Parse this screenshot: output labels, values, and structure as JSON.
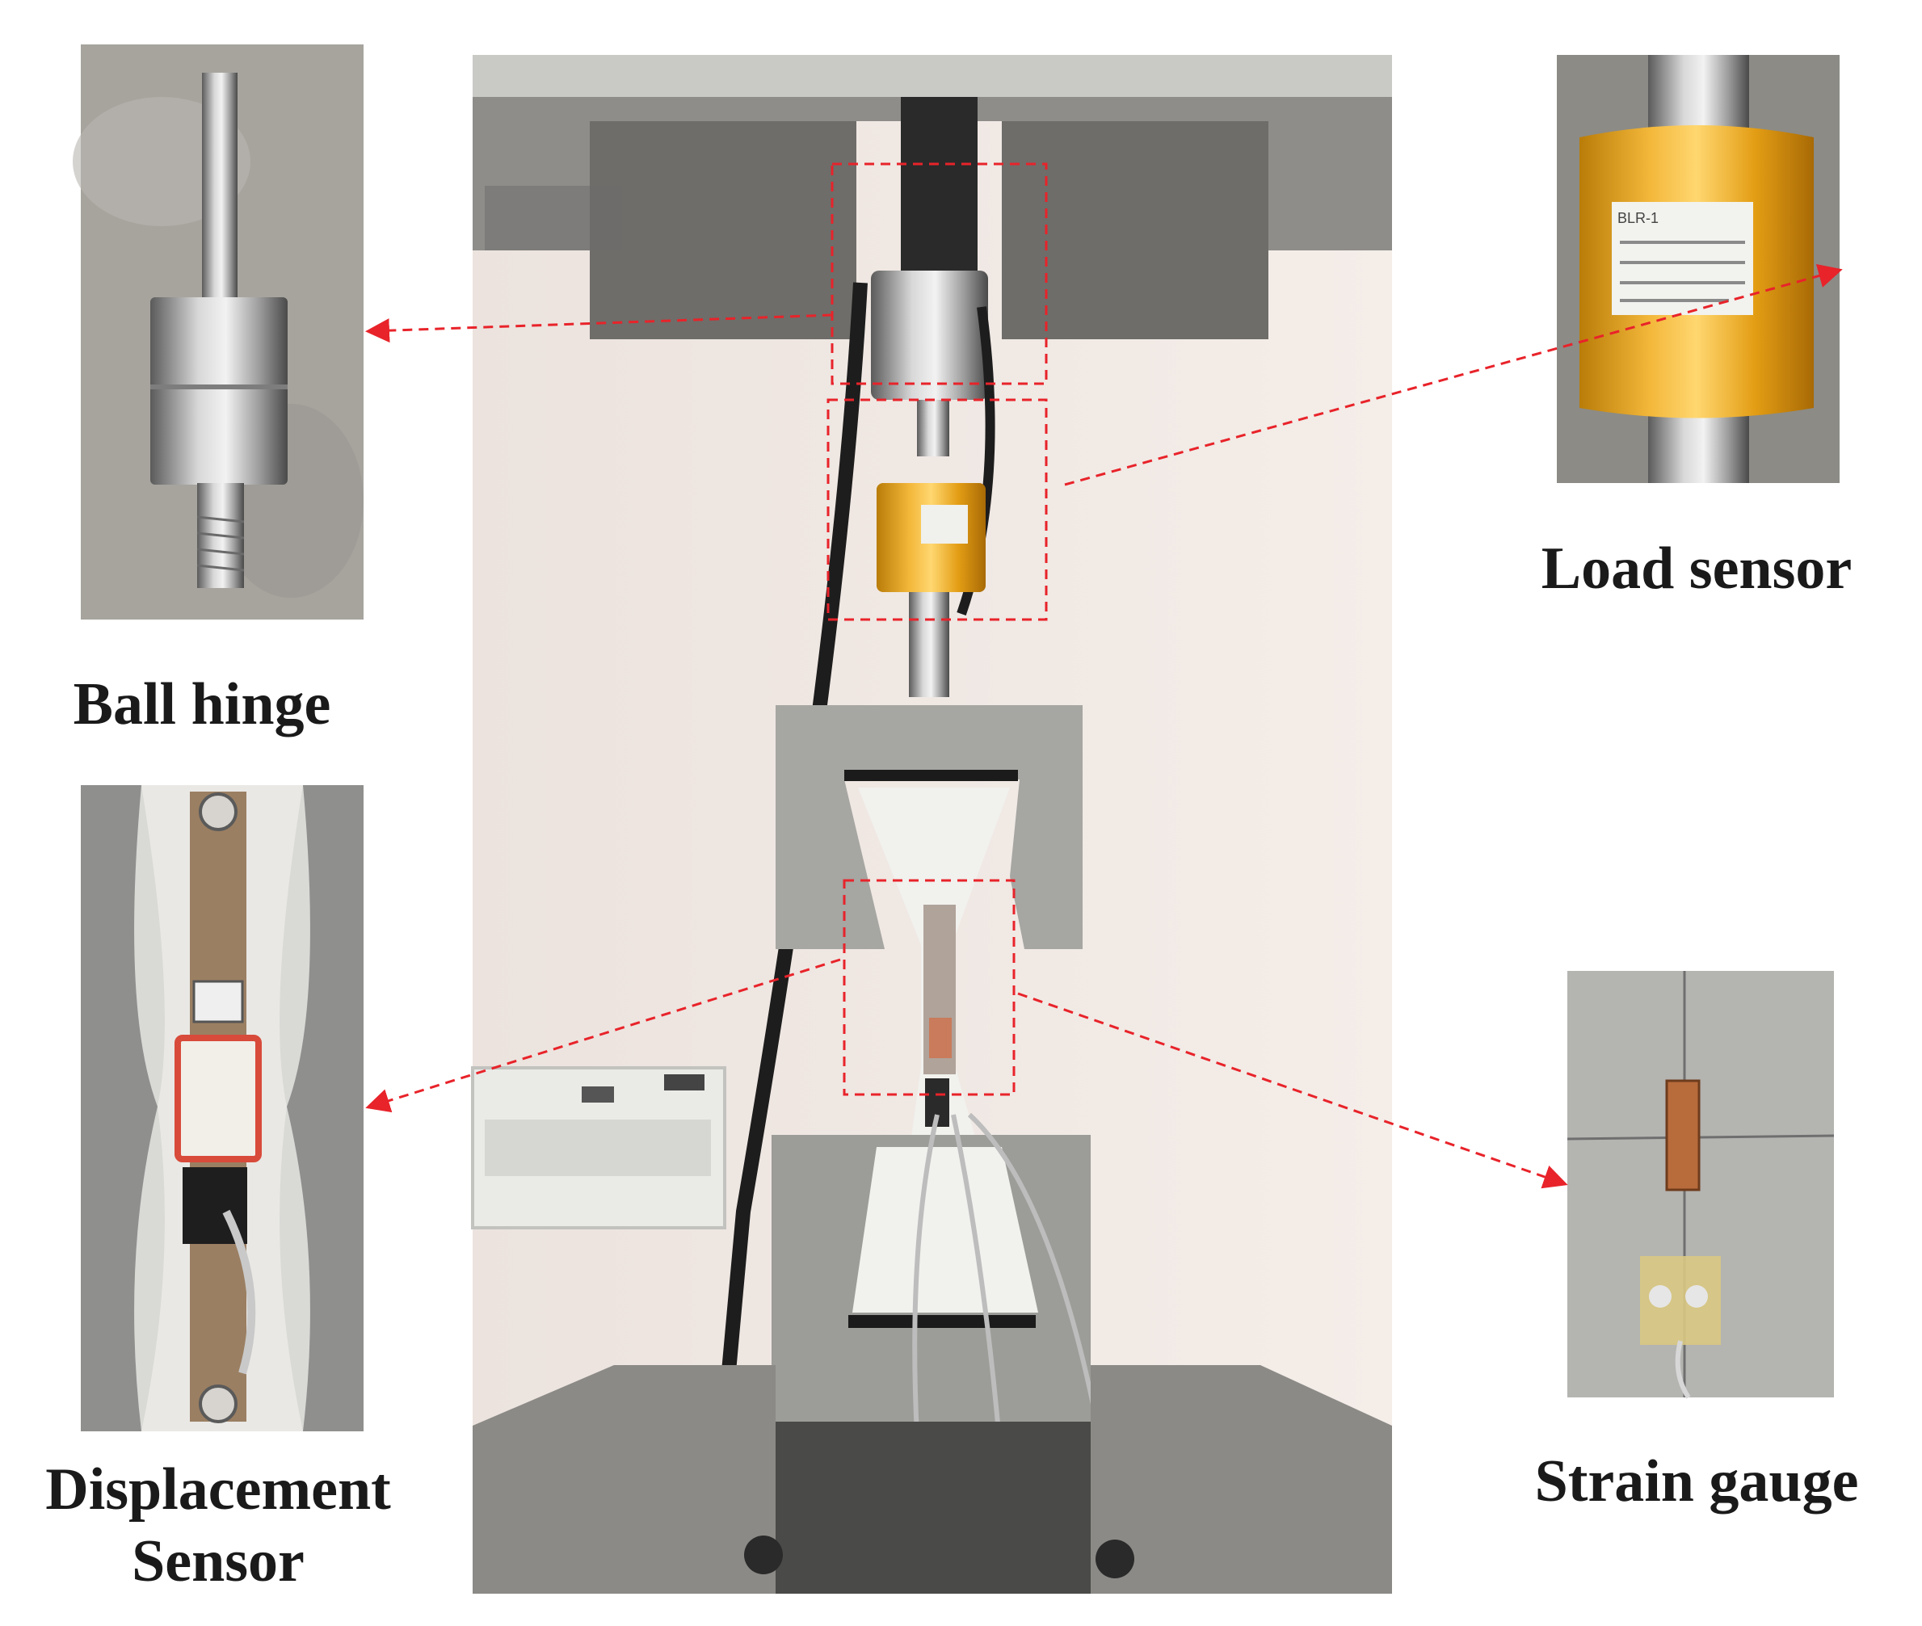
{
  "labels": {
    "ball_hinge": "Ball hinge",
    "load_sensor": "Load sensor",
    "displacement_sensor_line1": "Displacement",
    "displacement_sensor_line2": "Sensor",
    "strain_gauge": "Strain gauge"
  },
  "load_sensor_tag": {
    "model": "BLR-1"
  },
  "colors": {
    "annotation": "#e8232a",
    "load_cell": "#e0a21c",
    "concrete": "#a9a9a5",
    "specimen": "#f1f1ee",
    "wall": "#efe7e2"
  },
  "icons": {
    "arrow": "arrowhead-icon"
  }
}
